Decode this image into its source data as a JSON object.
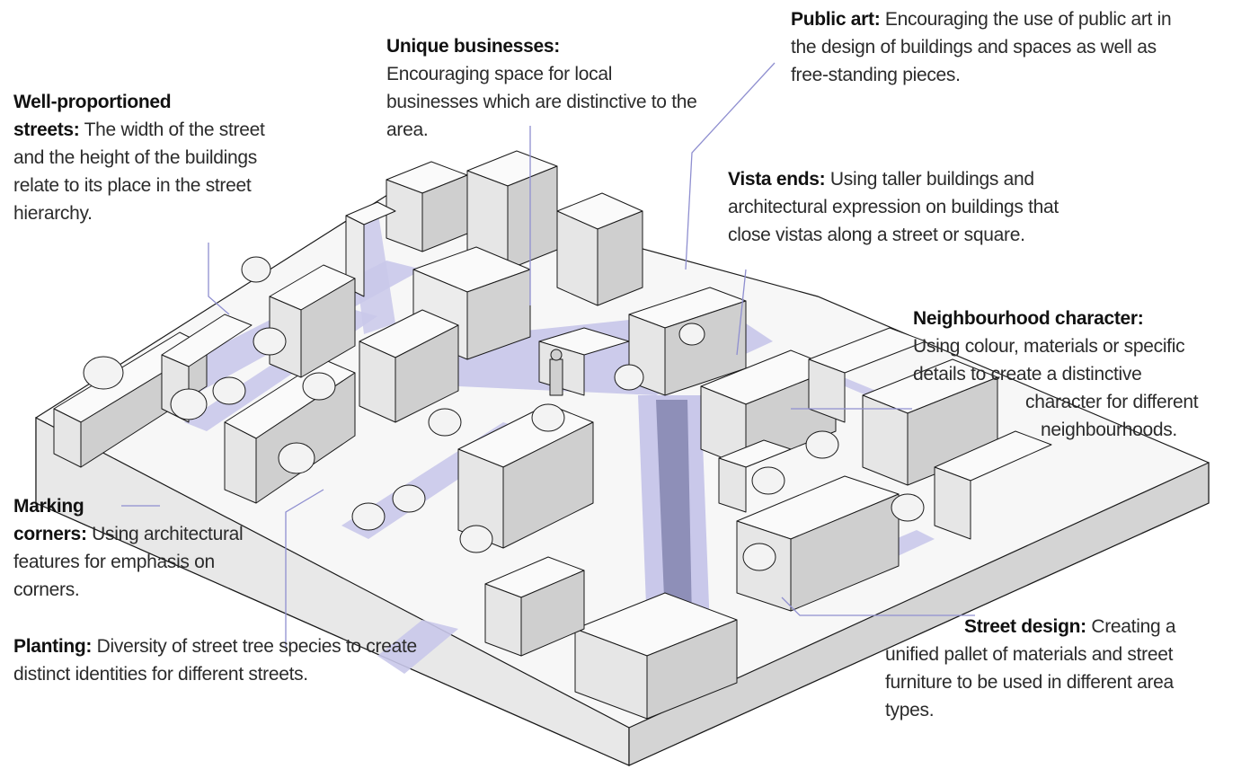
{
  "annotations": {
    "well_proportioned": {
      "title_line1": "Well-proportioned",
      "title_line2": "streets:",
      "body": " The width of the street and the height of the buildings relate to its place in the street hierarchy."
    },
    "unique_businesses": {
      "title": "Unique businesses:",
      "body": "Encouraging space for local businesses which are distinctive to the area."
    },
    "public_art": {
      "title": "Public art:",
      "body": " Encouraging the use of public art in the design of buildings and spaces as well as free-standing pieces."
    },
    "vista_ends": {
      "title": "Vista ends:",
      "body": " Using taller buildings and architectural expression on buildings that close vistas along a street or square."
    },
    "neighbourhood_character": {
      "title": "Neighbourhood character:",
      "body_line1": "Using colour, materials or specific",
      "body_line2": "details to create a distinctive",
      "body_line3": "character for different",
      "body_line4": "neighbourhoods."
    },
    "marking_corners": {
      "title_line1": "Marking",
      "title_line2": "corners:",
      "body": " Using architectural features for emphasis on corners."
    },
    "planting": {
      "title": "Planting:",
      "body": " Diversity of street tree species to create distinct identities for different streets."
    },
    "street_design": {
      "title": "Street design:",
      "body": " Creating a unified pallet of materials and street furniture to be used in different area types."
    }
  },
  "colors": {
    "street_highlight": "#c9c8ea",
    "street_dark": "#8e8fb8",
    "leader_line": "#8f8fd0",
    "building_light": "#f4f4f4",
    "building_shade": "#d9d9d9",
    "outline": "#1a1a1a"
  }
}
